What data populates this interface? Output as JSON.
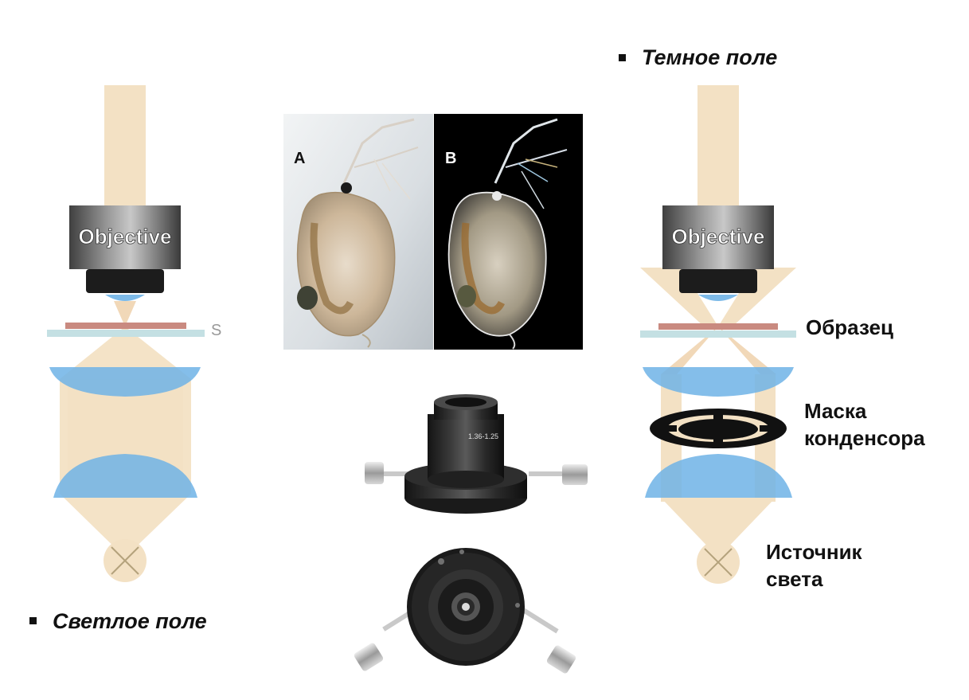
{
  "captions": {
    "bright_field": "Светлое поле",
    "dark_field": "Темное  поле"
  },
  "objective_label": "Objective",
  "labels": {
    "sample": "Образец",
    "condenser_mask": [
      "Маска",
      "конденсора"
    ],
    "light_source": [
      "Источник",
      "света"
    ]
  },
  "photo_labels": {
    "a": "A",
    "b": "B"
  },
  "condenser_marking": "1.36-1.25",
  "colors": {
    "beam": "#f3e1c4",
    "lens": "#6fb3e6",
    "slide": "#c4e0e3",
    "specimen": "#c98a80",
    "objective_dark": "#3a3a3a"
  }
}
